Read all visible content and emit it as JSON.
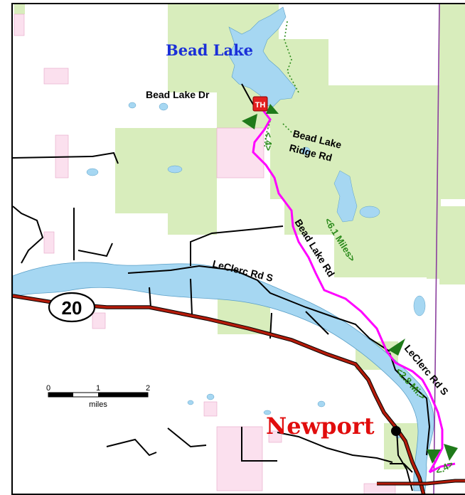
{
  "map": {
    "lake_name": "Bead Lake",
    "town_name": "Newport",
    "highway_shield": "20",
    "trailhead_icon": "TH",
    "roads": {
      "bead_lake_dr": "Bead Lake Dr",
      "bead_lake_ridge_rd_line1": "Bead Lake",
      "bead_lake_ridge_rd_line2": "Ridge Rd",
      "bead_lake_rd": "Bead Lake Rd",
      "leclerc_rd_s_west": "LeClerc Rd S",
      "leclerc_rd_s_east": "LeClerc Rd S"
    },
    "distances": {
      "leg_top": "<.4>",
      "leg_main": "<6.1 Miles>",
      "leg_leclerc": "<2.8 Mi.>",
      "leg_bottom": "<.4>"
    },
    "scale": {
      "tick_0": "0",
      "tick_1": "1",
      "tick_2": "2",
      "unit": "miles"
    },
    "colors": {
      "forest": "#d8edbc",
      "private": "#fbe0ee",
      "water": "#a6d7f2",
      "route": "#ff00ff",
      "highway": "#b31b0a",
      "boundary": "#8b3f9e",
      "arrow": "#1f7a1a"
    }
  }
}
